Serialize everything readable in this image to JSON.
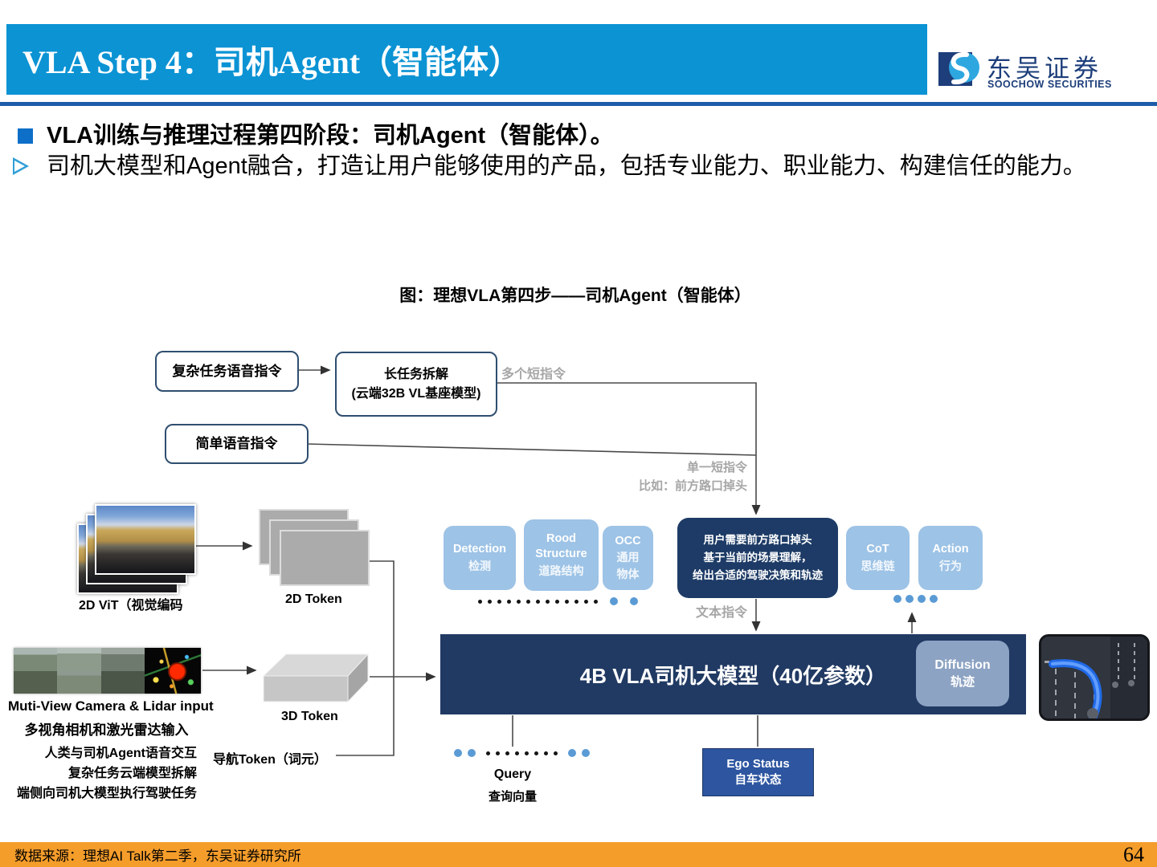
{
  "header": {
    "title": "VLA Step 4：司机Agent（智能体）",
    "logo_cn": "东吴证券",
    "logo_en": "SOOCHOW SECURITIES"
  },
  "bullets": {
    "b1": "VLA训练与推理过程第四阶段：司机Agent（智能体）。",
    "b2": "司机大模型和Agent融合，打造让用户能够使用的产品，包括专业能力、职业能力、构建信任的能力。"
  },
  "figure": {
    "title": "图：理想VLA第四步——司机Agent（智能体）",
    "voice": {
      "complex": "复杂任务语音指令",
      "long_task": [
        "长任务拆解",
        "(云端32B VL基座模型)"
      ],
      "multi_short": "多个短指令",
      "simple": "简单语音指令",
      "single_short": "单一短指令",
      "single_example": "比如：前方路口掉头"
    },
    "inputs": {
      "vit_label": "2D ViT（视觉编码",
      "token2d": "2D Token",
      "mv_en": "Muti-View Camera & Lidar input",
      "mv_cn": "多视角相机和激光雷达输入",
      "token3d": "3D Token",
      "nav_token": "导航Token（词元）",
      "notes": [
        "人类与司机Agent语音交互",
        "复杂任务云端模型拆解",
        "端侧向司机大模型执行驾驶任务"
      ]
    },
    "heads": {
      "detection": [
        "Detection",
        "检测"
      ],
      "road": [
        "Rood",
        "Structure",
        "道路结构"
      ],
      "occ": [
        "OCC",
        "通用",
        "物体"
      ],
      "decision": [
        "用户需要前方路口掉头",
        "基于当前的场景理解，",
        "给出合适的驾驶决策和轨迹"
      ],
      "cot": [
        "CoT",
        "思维链"
      ],
      "action": [
        "Action",
        "行为"
      ],
      "text_cmd": "文本指令"
    },
    "model": {
      "bar": "4B VLA司机大模型（40亿参数）",
      "diffusion": [
        "Diffusion",
        "轨迹"
      ],
      "query": [
        "Query",
        "查询向量"
      ],
      "ego": [
        "Ego Status",
        "自车状态"
      ]
    },
    "colors": {
      "header_blue": "#0b93d4",
      "divider_blue": "#1d5cab",
      "navy_box": "#213a63",
      "decision_navy": "#1d3b66",
      "light_blue_box": "#9dc3e6",
      "dot_blue": "#5b9bd5",
      "gray_label": "#a6a6a6",
      "diffusion_blue": "#8ca3c3",
      "ego_blue": "#2d55a0",
      "footer_orange": "#f59d2b",
      "logo_navy": "#1d3e7a"
    }
  },
  "footer": {
    "source": "数据来源：理想AI Talk第二季，东吴证券研究所",
    "page": "64"
  }
}
